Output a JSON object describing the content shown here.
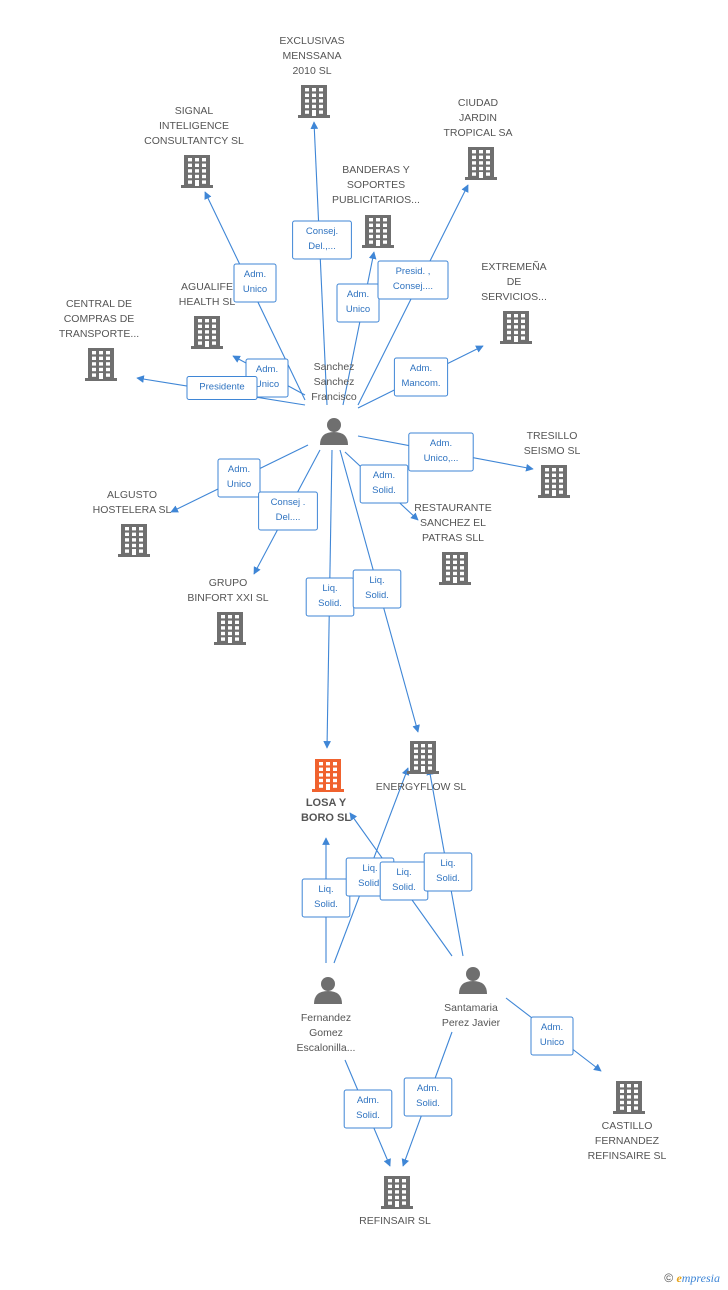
{
  "nodes": [
    {
      "id": "sanchez",
      "kind": "person",
      "lines": [
        "Sanchez",
        "Sanchez",
        "Francisco"
      ]
    },
    {
      "id": "exclusivas",
      "kind": "company",
      "lines": [
        "EXCLUSIVAS",
        "MENSSANA",
        "2010 SL"
      ]
    },
    {
      "id": "signal",
      "kind": "company",
      "lines": [
        "SIGNAL",
        "INTELIGENCE",
        "CONSULTANTCY SL"
      ]
    },
    {
      "id": "ciudad",
      "kind": "company",
      "lines": [
        "CIUDAD",
        "JARDIN",
        "TROPICAL SA"
      ]
    },
    {
      "id": "banderas",
      "kind": "company",
      "lines": [
        "BANDERAS Y",
        "SOPORTES",
        "PUBLICITARIOS..."
      ]
    },
    {
      "id": "agualife",
      "kind": "company",
      "lines": [
        "AGUALIFE",
        "HEALTH SL"
      ]
    },
    {
      "id": "extremena",
      "kind": "company",
      "lines": [
        "EXTREMEÑA",
        "DE",
        "SERVICIOS..."
      ]
    },
    {
      "id": "central",
      "kind": "company",
      "lines": [
        "CENTRAL DE",
        "COMPRAS DE",
        "TRANSPORTE..."
      ]
    },
    {
      "id": "tresillo",
      "kind": "company",
      "lines": [
        "TRESILLO",
        "SEISMO SL"
      ]
    },
    {
      "id": "algusto",
      "kind": "company",
      "lines": [
        "ALGUSTO",
        "HOSTELERA SL"
      ]
    },
    {
      "id": "restaurante",
      "kind": "company",
      "lines": [
        "RESTAURANTE",
        "SANCHEZ EL",
        "PATRAS SLL"
      ]
    },
    {
      "id": "grupo",
      "kind": "company",
      "lines": [
        "GRUPO",
        "BINFORT XXI SL"
      ]
    },
    {
      "id": "losa",
      "kind": "focus",
      "lines": [
        "LOSA Y",
        "BORO SL"
      ]
    },
    {
      "id": "energyflow",
      "kind": "company",
      "lines": [
        "ENERGYFLOW SL"
      ]
    },
    {
      "id": "fernandez",
      "kind": "person",
      "lines": [
        "Fernandez",
        "Gomez",
        "Escalonilla..."
      ]
    },
    {
      "id": "santamaria",
      "kind": "person",
      "lines": [
        "Santamaria",
        "Perez Javier"
      ]
    },
    {
      "id": "castillo",
      "kind": "company",
      "lines": [
        "CASTILLO",
        "FERNANDEZ",
        "REFINSAIRE SL"
      ]
    },
    {
      "id": "refinsair",
      "kind": "company",
      "lines": [
        "REFINSAIR SL"
      ]
    }
  ],
  "edges": [
    {
      "from": "sanchez",
      "to": "exclusivas",
      "role": [
        "Consej.",
        "Del.,..."
      ]
    },
    {
      "from": "sanchez",
      "to": "signal",
      "role": [
        "Adm.",
        "Unico"
      ]
    },
    {
      "from": "sanchez",
      "to": "banderas",
      "role": [
        "Adm.",
        "Unico"
      ]
    },
    {
      "from": "sanchez",
      "to": "ciudad",
      "role": [
        "Presid. ,",
        "Consej...."
      ]
    },
    {
      "from": "sanchez",
      "to": "agualife",
      "role": [
        "Adm.",
        "Unico"
      ]
    },
    {
      "from": "sanchez",
      "to": "central",
      "role": [
        "Presidente"
      ]
    },
    {
      "from": "sanchez",
      "to": "extremena",
      "role": [
        "Adm.",
        "Mancom."
      ]
    },
    {
      "from": "sanchez",
      "to": "tresillo",
      "role": [
        "Adm.",
        "Unico,..."
      ]
    },
    {
      "from": "sanchez",
      "to": "algusto",
      "role": [
        "Adm.",
        "Unico"
      ]
    },
    {
      "from": "sanchez",
      "to": "restaurante",
      "role": [
        "Adm.",
        "Solid."
      ]
    },
    {
      "from": "sanchez",
      "to": "grupo",
      "role": [
        "Consej .",
        "Del...."
      ]
    },
    {
      "from": "sanchez",
      "to": "losa",
      "role": [
        "Liq.",
        "Solid."
      ]
    },
    {
      "from": "sanchez",
      "to": "energyflow",
      "role": [
        "Liq.",
        "Solid."
      ]
    },
    {
      "from": "fernandez",
      "to": "losa",
      "role": [
        "Liq.",
        "Solid."
      ]
    },
    {
      "from": "fernandez",
      "to": "energyflow",
      "role": [
        "Liq.",
        "Solid."
      ]
    },
    {
      "from": "santamaria",
      "to": "losa",
      "role": [
        "Liq.",
        "Solid."
      ]
    },
    {
      "from": "santamaria",
      "to": "energyflow",
      "role": [
        "Liq.",
        "Solid."
      ]
    },
    {
      "from": "santamaria",
      "to": "castillo",
      "role": [
        "Adm.",
        "Unico"
      ]
    },
    {
      "from": "fernandez",
      "to": "refinsair",
      "role": [
        "Adm.",
        "Solid."
      ]
    },
    {
      "from": "santamaria",
      "to": "refinsair",
      "role": [
        "Adm.",
        "Solid."
      ]
    }
  ],
  "colors": {
    "edge": "#3f86d6",
    "icon": "#6f6f6f",
    "focus": "#f0622e",
    "text": "#555555"
  },
  "footer": {
    "copyright": "©",
    "brand_initial": "e",
    "brand_rest": "mpresia"
  }
}
